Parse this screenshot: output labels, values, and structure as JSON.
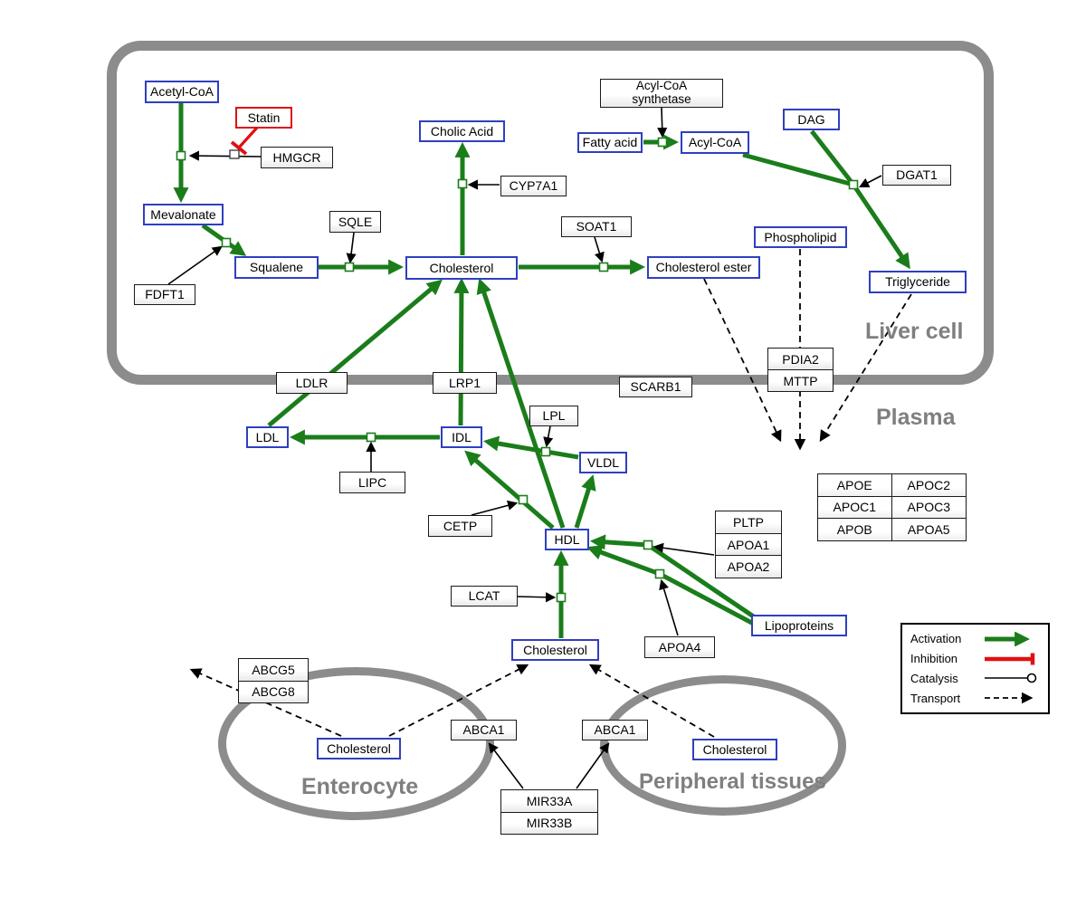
{
  "regions": {
    "liver_cell": "Liver cell",
    "plasma": "Plasma",
    "enterocyte": "Enterocyte",
    "peripheral_tissues": "Peripheral tissues"
  },
  "labels": {
    "acetyl_coa": "Acetyl-CoA",
    "statin": "Statin",
    "hmgcr": "HMGCR",
    "mevalonate": "Mevalonate",
    "fdft1": "FDFT1",
    "squalene": "Squalene",
    "sqle": "SQLE",
    "cholesterol_liver": "Cholesterol",
    "cholic_acid": "Cholic Acid",
    "cyp7a1": "CYP7A1",
    "soat1": "SOAT1",
    "cholesterol_ester": "Cholesterol ester",
    "acyl_coa_synthetase_line1": "Acyl-CoA",
    "acyl_coa_synthetase_line2": "synthetase",
    "fatty_acid": "Fatty acid",
    "acyl_coa": "Acyl-CoA",
    "dag": "DAG",
    "dgat1": "DGAT1",
    "phospholipid": "Phospholipid",
    "triglyceride": "Triglyceride",
    "ldlr": "LDLR",
    "lrp1": "LRP1",
    "scarb1": "SCARB1",
    "pdia2": "PDIA2",
    "mttp": "MTTP",
    "ldl": "LDL",
    "idl": "IDL",
    "lipc": "LIPC",
    "lpl": "LPL",
    "vldl": "VLDL",
    "cetp": "CETP",
    "hdl": "HDL",
    "lcat": "LCAT",
    "cholesterol_plasma": "Cholesterol",
    "apoa4": "APOA4",
    "lipoproteins": "Lipoproteins",
    "pltp": "PLTP",
    "apoa1": "APOA1",
    "apoa2": "APOA2",
    "abcg5": "ABCG5",
    "abcg8": "ABCG8",
    "cholesterol_enterocyte": "Cholesterol",
    "cholesterol_peripheral": "Cholesterol",
    "abca1_left": "ABCA1",
    "abca1_right": "ABCA1",
    "mir33a": "MIR33A",
    "mir33b": "MIR33B"
  },
  "tables": {
    "apolipoproteins": [
      [
        "APOE",
        "APOC2"
      ],
      [
        "APOC1",
        "APOC3"
      ],
      [
        "APOB",
        "APOA5"
      ]
    ]
  },
  "legend": {
    "activation": "Activation",
    "inhibition": "Inhibition",
    "catalysis": "Catalysis",
    "transport": "Transport"
  },
  "colors": {
    "metabolite_border": "#2F3FBF",
    "inhibitor_border": "#E01010",
    "activation_green": "#1A7D1A",
    "membrane_gray": "#8C8C8C"
  }
}
